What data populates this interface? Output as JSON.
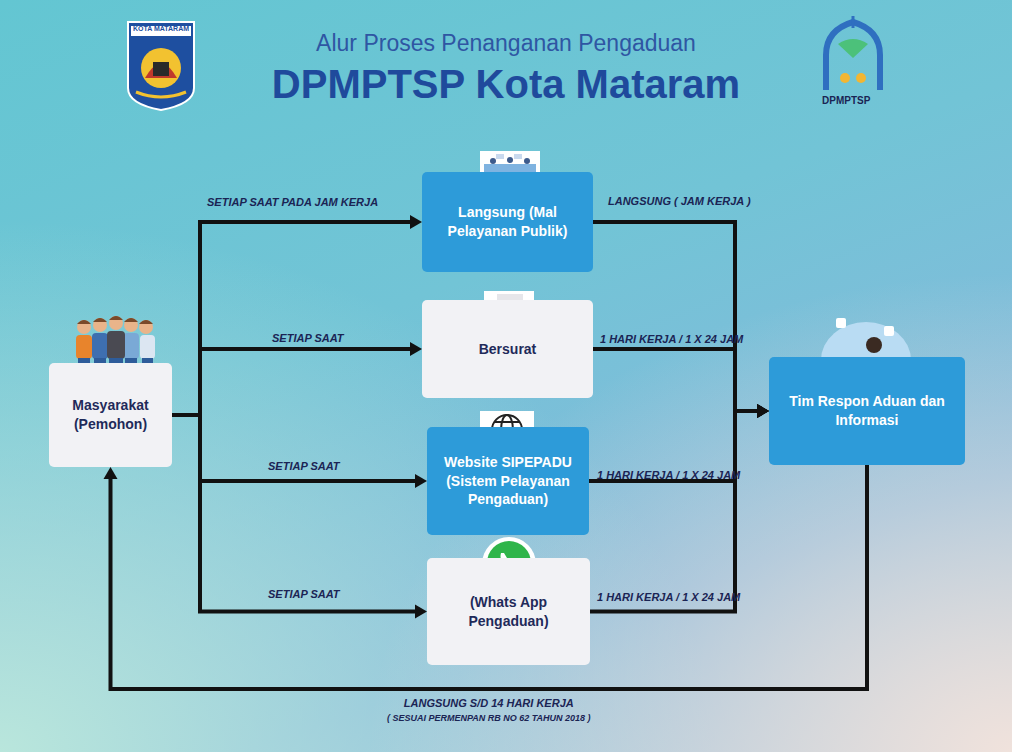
{
  "diagram": {
    "title": "Alur Proses Penanganan Pengaduan",
    "nodes": [
      {
        "text": [
          "Masyarakat (Pemohon)"
        ]
      },
      {
        "text": [
          "Langsung (Mal Pelayanan Publik)"
        ]
      },
      {
        "text": [
          "Bersurat"
        ]
      },
      {
        "text": [
          "Website SIPEPADU (Sistem Pelayanan Pengaduan)"
        ]
      },
      {
        "text": [
          "(Whats App Pengaduan)"
        ]
      },
      {
        "text": [
          "Tim Respon Aduan dan Informasi"
        ]
      }
    ],
    "edges": [
      {
        "from": 0,
        "to": 1,
        "arrow": "to",
        "label": "SETIAP SAAT PADA JAM KERJA"
      },
      {
        "from": 0,
        "to": 2,
        "arrow": "to",
        "label": "SETIAP SAAT"
      },
      {
        "from": 0,
        "to": 3,
        "arrow": "to",
        "label": "SETIAP SAAT"
      },
      {
        "from": 0,
        "to": 4,
        "arrow": "to",
        "label": "SETIAP SAAT"
      },
      {
        "from": 1,
        "to": 5,
        "arrow": "to",
        "label": "LANGSUNG ( JAM KERJA )"
      },
      {
        "from": 2,
        "to": 5,
        "arrow": "to",
        "label": "1 HARI KERJA / 1 X 24 JAM"
      },
      {
        "from": 3,
        "to": 5,
        "arrow": "to",
        "label": "1 HARI KERJA / 1 X 24 JAM"
      },
      {
        "from": 4,
        "to": 5,
        "arrow": "to",
        "label": "1 HARI KERJA / 1 X 24 JAM"
      },
      {
        "from": 5,
        "to": 0,
        "arrow": "to",
        "label": "LANGSUNG S/D 14 HARI KERJA"
      }
    ],
    "labels": [
      "DPMPTSP Kota Mataram",
      "KOTA MATARAM",
      "DPMPTSP",
      "( SESUAI PERMENPAN RB NO 62 TAHUN 2018 )"
    ]
  }
}
